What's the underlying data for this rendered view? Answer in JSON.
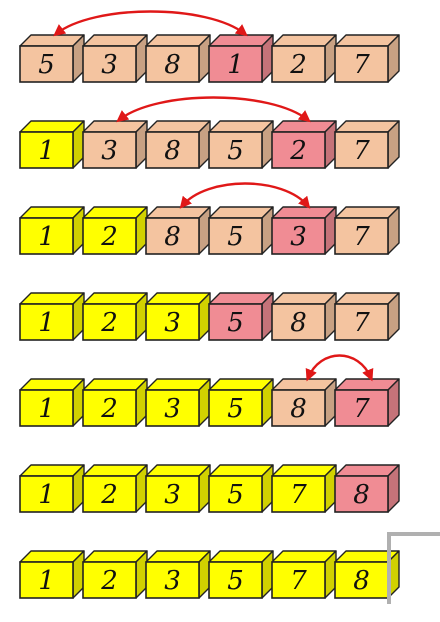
{
  "colors": {
    "sorted": "#ffff00",
    "unsorted": "#f4c4a0",
    "selected": "#f08c94",
    "edge": "#222222",
    "arrow": "#e01818"
  },
  "rows": [
    {
      "boxes": [
        {
          "label": "5",
          "state": "unsorted"
        },
        {
          "label": "3",
          "state": "unsorted"
        },
        {
          "label": "8",
          "state": "unsorted"
        },
        {
          "label": "1",
          "state": "selected"
        },
        {
          "label": "2",
          "state": "unsorted"
        },
        {
          "label": "7",
          "state": "unsorted"
        }
      ],
      "swap": [
        0,
        3
      ]
    },
    {
      "boxes": [
        {
          "label": "1",
          "state": "sorted"
        },
        {
          "label": "3",
          "state": "unsorted"
        },
        {
          "label": "8",
          "state": "unsorted"
        },
        {
          "label": "5",
          "state": "unsorted"
        },
        {
          "label": "2",
          "state": "selected"
        },
        {
          "label": "7",
          "state": "unsorted"
        }
      ],
      "swap": [
        1,
        4
      ]
    },
    {
      "boxes": [
        {
          "label": "1",
          "state": "sorted"
        },
        {
          "label": "2",
          "state": "sorted"
        },
        {
          "label": "8",
          "state": "unsorted"
        },
        {
          "label": "5",
          "state": "unsorted"
        },
        {
          "label": "3",
          "state": "selected"
        },
        {
          "label": "7",
          "state": "unsorted"
        }
      ],
      "swap": [
        2,
        4
      ]
    },
    {
      "boxes": [
        {
          "label": "1",
          "state": "sorted"
        },
        {
          "label": "2",
          "state": "sorted"
        },
        {
          "label": "3",
          "state": "sorted"
        },
        {
          "label": "5",
          "state": "selected"
        },
        {
          "label": "8",
          "state": "unsorted"
        },
        {
          "label": "7",
          "state": "unsorted"
        }
      ],
      "swap": null
    },
    {
      "boxes": [
        {
          "label": "1",
          "state": "sorted"
        },
        {
          "label": "2",
          "state": "sorted"
        },
        {
          "label": "3",
          "state": "sorted"
        },
        {
          "label": "5",
          "state": "sorted"
        },
        {
          "label": "8",
          "state": "unsorted"
        },
        {
          "label": "7",
          "state": "selected"
        }
      ],
      "swap": [
        4,
        5
      ]
    },
    {
      "boxes": [
        {
          "label": "1",
          "state": "sorted"
        },
        {
          "label": "2",
          "state": "sorted"
        },
        {
          "label": "3",
          "state": "sorted"
        },
        {
          "label": "5",
          "state": "sorted"
        },
        {
          "label": "7",
          "state": "sorted"
        },
        {
          "label": "8",
          "state": "selected"
        }
      ],
      "swap": null
    },
    {
      "boxes": [
        {
          "label": "1",
          "state": "sorted"
        },
        {
          "label": "2",
          "state": "sorted"
        },
        {
          "label": "3",
          "state": "sorted"
        },
        {
          "label": "5",
          "state": "sorted"
        },
        {
          "label": "7",
          "state": "sorted"
        },
        {
          "label": "8",
          "state": "sorted"
        }
      ],
      "swap": null
    }
  ]
}
